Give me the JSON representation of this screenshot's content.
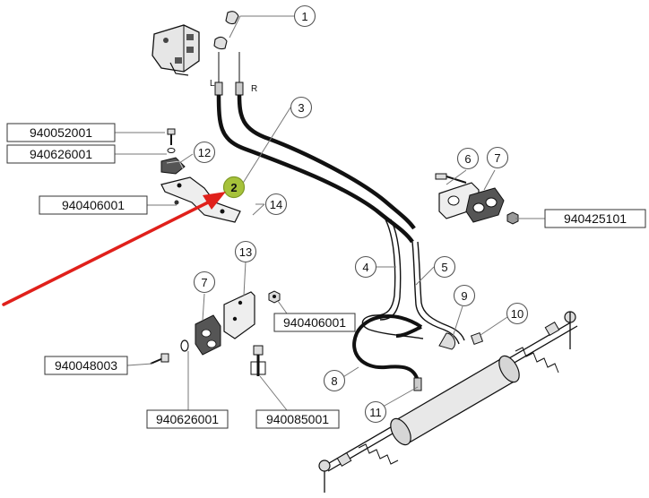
{
  "colors": {
    "arrow": "#e0201b",
    "highlight": "#a6c23a",
    "line": "#111111",
    "part_fill": "#dcdcdc",
    "part_dark": "#777777"
  },
  "callouts": {
    "c1": "1",
    "c2": "2",
    "c3": "3",
    "c4": "4",
    "c5": "5",
    "c6": "6",
    "c7a": "7",
    "c7b": "7",
    "c8": "8",
    "c9": "9",
    "c10": "10",
    "c11": "11",
    "c12": "12",
    "c13": "13",
    "c14": "14"
  },
  "part_numbers": {
    "p940052001": "940052001",
    "p940626001_top": "940626001",
    "p940406001_left": "940406001",
    "p940425101": "940425101",
    "p940406001_mid": "940406001",
    "p940048003": "940048003",
    "p940626001_bottom": "940626001",
    "p940085001": "940085001"
  },
  "port_labels": {
    "left": "L",
    "right": "R"
  }
}
